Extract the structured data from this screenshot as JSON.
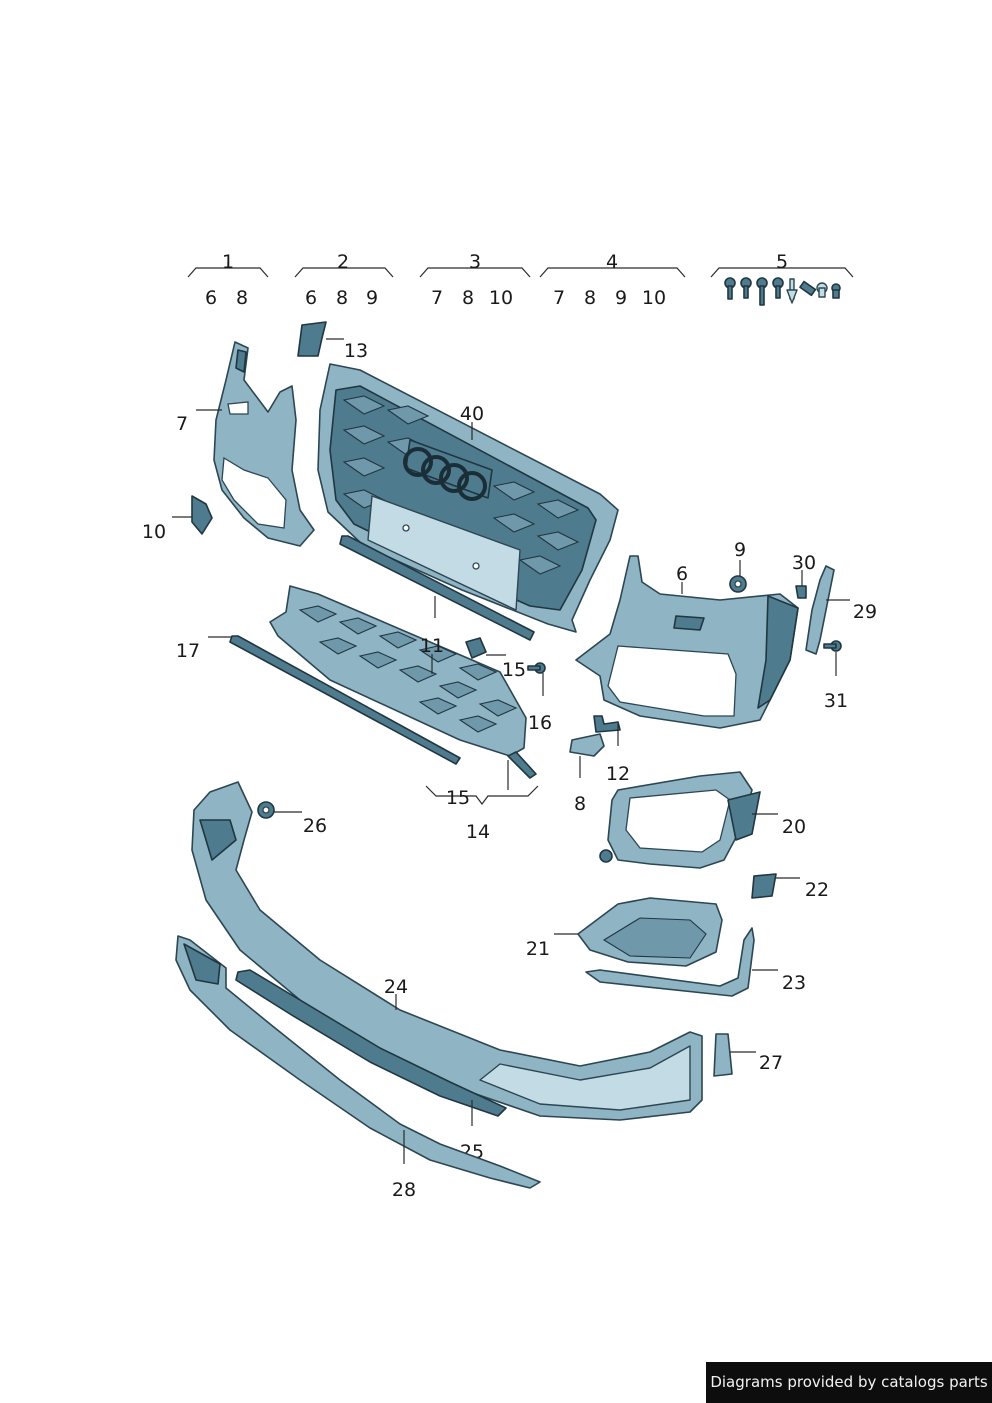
{
  "diagram": {
    "group_labels": [
      "1",
      "2",
      "3",
      "4",
      "5"
    ],
    "group_members": [
      [
        "6",
        "8"
      ],
      [
        "6",
        "8",
        "9"
      ],
      [
        "7",
        "8",
        "10"
      ],
      [
        "7",
        "8",
        "9",
        "10"
      ]
    ],
    "callouts": {
      "c7": "7",
      "c10": "10",
      "c13": "13",
      "c40": "40",
      "c17": "17",
      "c11": "11",
      "c15": "15",
      "c16": "16",
      "c15b": "15",
      "c14": "14",
      "c6": "6",
      "c9": "9",
      "c30": "30",
      "c29": "29",
      "c31": "31",
      "c12": "12",
      "c8": "8",
      "c20": "20",
      "c26": "26",
      "c22": "22",
      "c21": "21",
      "c23": "23",
      "c24": "24",
      "c27": "27",
      "c25": "25",
      "c28": "28"
    }
  },
  "footer": {
    "text": "Diagrams provided by catalogs parts"
  }
}
